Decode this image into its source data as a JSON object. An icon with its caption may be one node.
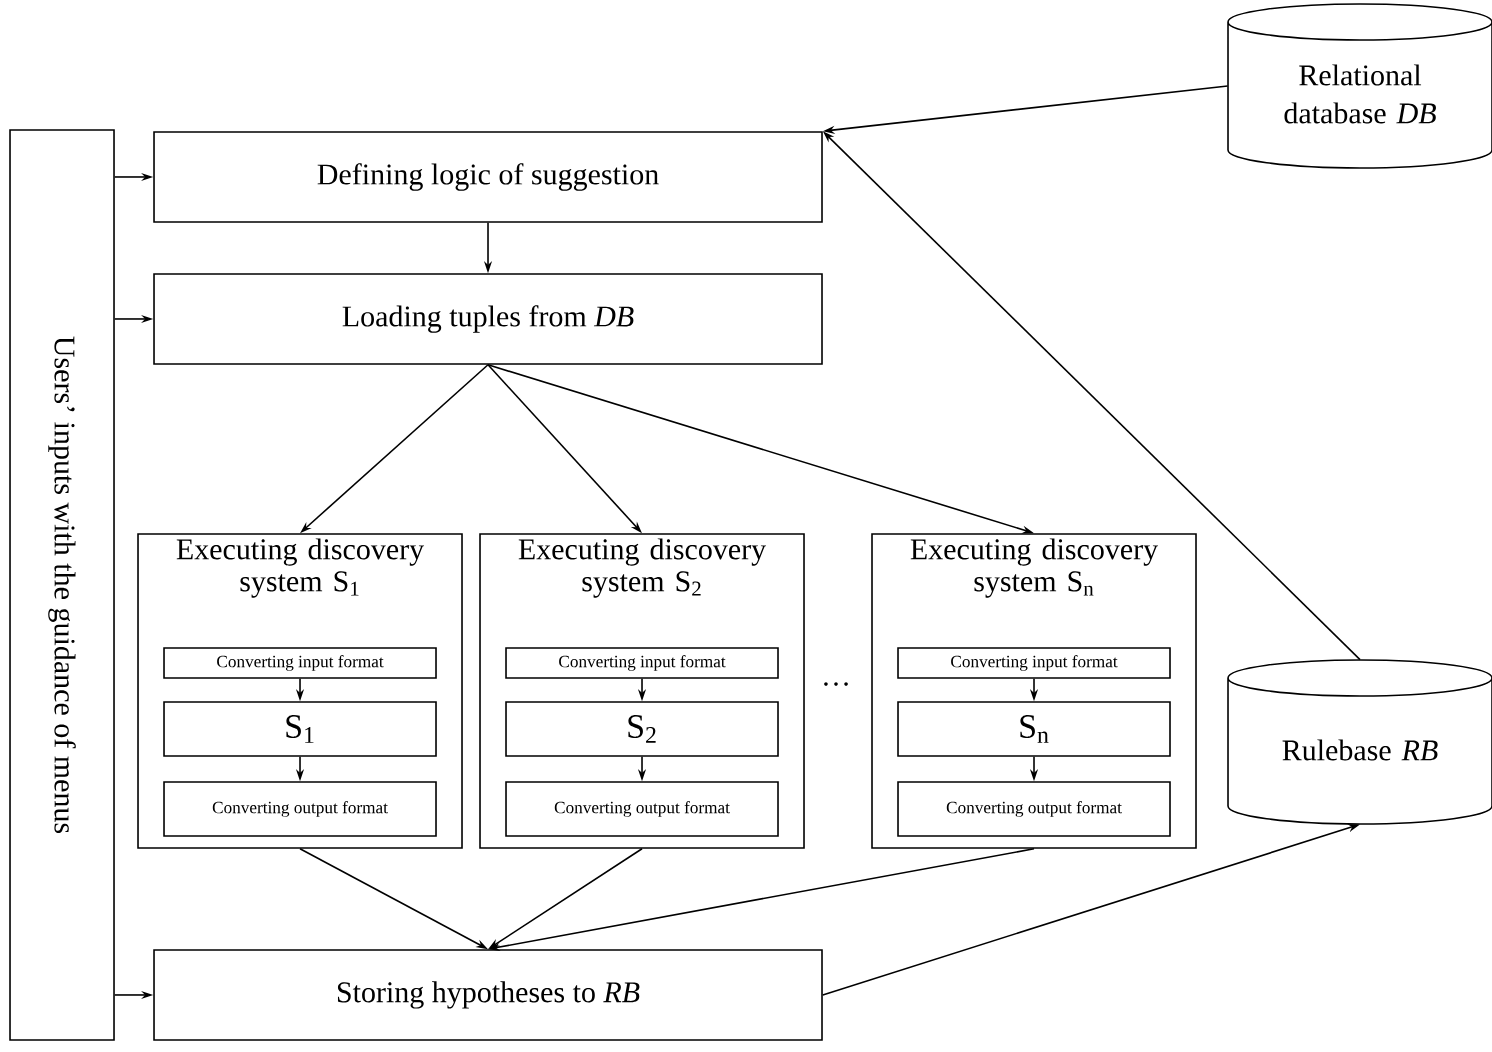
{
  "diagram": {
    "nodes": [
      {
        "text": [
          "Users’ inputs with the guidance of menus"
        ]
      },
      {
        "text": [
          "Defining logic of suggestion"
        ]
      },
      {
        "text": [
          "Loading tuples from *DB*"
        ]
      },
      {
        "text": [
          "Executing discovery system S$_{1}$"
        ]
      },
      {
        "text": [
          "Converting input format"
        ],
        "in": 3
      },
      {
        "text": [
          "S$_{1}$"
        ],
        "in": 3
      },
      {
        "text": [
          "Converting output format"
        ],
        "in": 3
      },
      {
        "text": [
          "Executing discovery system S$_{2}$"
        ]
      },
      {
        "text": [
          "Converting input format"
        ],
        "in": 7
      },
      {
        "text": [
          "S$_{2}$"
        ],
        "in": 7
      },
      {
        "text": [
          "Converting output format"
        ],
        "in": 7
      },
      {
        "text": [
          "Executing discovery system S$_{n}$"
        ]
      },
      {
        "text": [
          "Converting input format"
        ],
        "in": 11
      },
      {
        "text": [
          "S$_{n}$"
        ],
        "in": 11
      },
      {
        "text": [
          "Converting output format"
        ],
        "in": 11
      },
      {
        "text": [
          "Storing hypotheses to *RB*"
        ]
      },
      {
        "text": [
          "Relational database *DB*"
        ]
      },
      {
        "text": [
          "Rulebase *RB*"
        ]
      }
    ],
    "edges": [
      {
        "from": 0,
        "to": 1,
        "arrow": "to"
      },
      {
        "from": 0,
        "to": 2,
        "arrow": "to"
      },
      {
        "from": 0,
        "to": 15,
        "arrow": "to"
      },
      {
        "from": 1,
        "to": 2,
        "arrow": "to"
      },
      {
        "from": 2,
        "to": 3,
        "arrow": "to"
      },
      {
        "from": 2,
        "to": 7,
        "arrow": "to"
      },
      {
        "from": 2,
        "to": 11,
        "arrow": "to"
      },
      {
        "from": 4,
        "to": 5,
        "arrow": "to"
      },
      {
        "from": 5,
        "to": 6,
        "arrow": "to"
      },
      {
        "from": 8,
        "to": 9,
        "arrow": "to"
      },
      {
        "from": 9,
        "to": 10,
        "arrow": "to"
      },
      {
        "from": 12,
        "to": 13,
        "arrow": "to"
      },
      {
        "from": 13,
        "to": 14,
        "arrow": "to"
      },
      {
        "from": 3,
        "to": 15,
        "arrow": "to"
      },
      {
        "from": 7,
        "to": 15,
        "arrow": "to"
      },
      {
        "from": 11,
        "to": 15,
        "arrow": "to"
      },
      {
        "from": 15,
        "to": 17,
        "arrow": "to"
      },
      {
        "from": 16,
        "to": 1,
        "arrow": "to"
      },
      {
        "from": 17,
        "to": 1,
        "arrow": "to"
      }
    ],
    "labels": [
      "…"
    ]
  }
}
